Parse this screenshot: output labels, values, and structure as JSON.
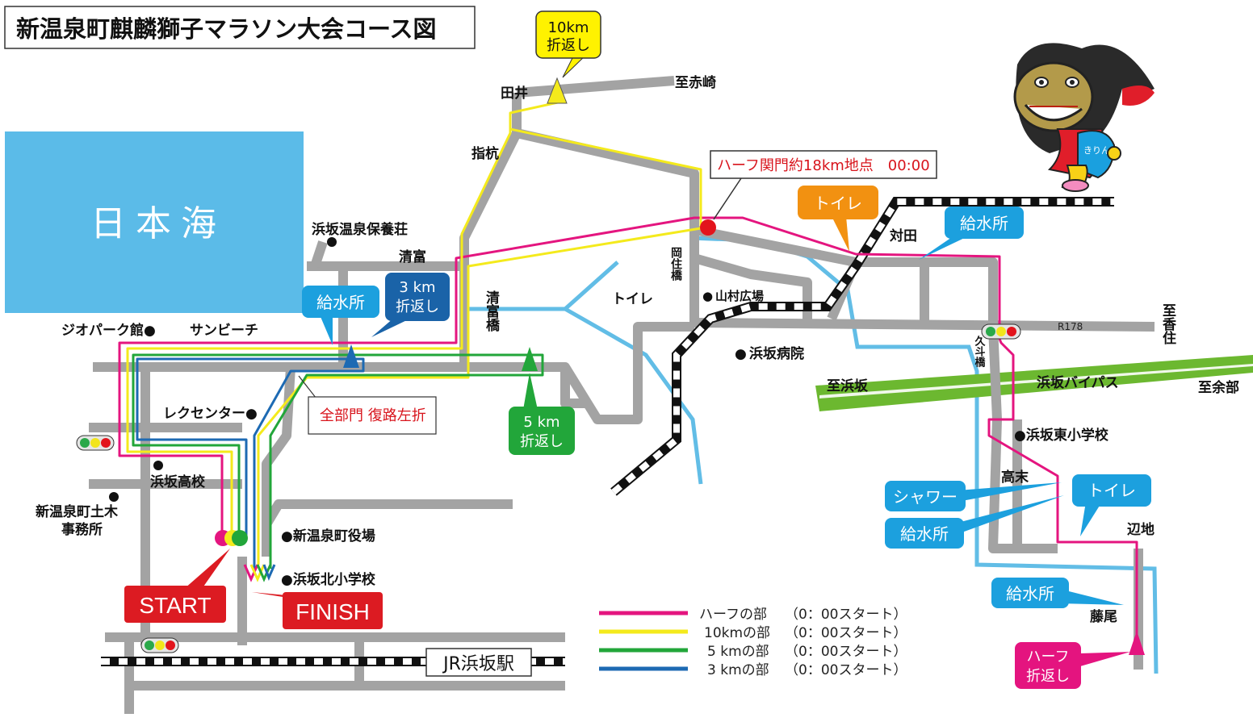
{
  "title": "新温泉町麒麟獅子マラソン大会コース図",
  "sea_label": "日本海",
  "colors": {
    "half": "#e4157f",
    "k10": "#f4ea1c",
    "k5": "#22a63a",
    "k3": "#1d6ab3",
    "road": "#a3a3a3",
    "river": "#62bde6",
    "bypass": "#6cb830",
    "sea": "#5bbbe8",
    "callout_blue": "#1ca0de",
    "callout_dark": "#1a63a8",
    "callout_green": "#22a63a",
    "callout_orange": "#f29111",
    "callout_yellow": "#fff200",
    "callout_red": "#dc1b22",
    "callout_pink": "#e4147f"
  },
  "callouts": {
    "k10_turn_1": "10km",
    "k10_turn_2": "折返し",
    "k3_turn_1": "3 km",
    "k3_turn_2": "折返し",
    "k5_turn_1": "5 km",
    "k5_turn_2": "折返し",
    "half_turn_1": "ハーフ",
    "half_turn_2": "折返し",
    "water_1": "給水所",
    "water_2": "給水所",
    "water_3": "給水所",
    "water_4": "給水所",
    "toilet_orange": "トイレ",
    "toilet_blue": "トイレ",
    "shower": "シャワー",
    "half_gate": "ハーフ関門約18km地点　00:00",
    "return_left": "全部門 復路左折",
    "start": "START",
    "finish": "FINISH",
    "station": "JR浜坂駅"
  },
  "places": {
    "tai": "田井",
    "akasaki": "至赤崎",
    "sashikui": "指杭",
    "hamasaka_onsen_hoyoso": "浜坂温泉保養荘",
    "kiyotomi": "清富",
    "kiyotomi_bridge": "清富橋",
    "okazumi_bridge": "岡住橋",
    "toilet_plain": "トイレ",
    "yamamura_hiroba": "山村広場",
    "hamasaka_hospital": "浜坂病院",
    "tsuida": "対田",
    "r178": "R178",
    "kusu_bridge": "久斗橋",
    "kasumi": "至香住",
    "to_hamasaka": "至浜坂",
    "bypass": "浜坂バイパス",
    "amarube": "至余部",
    "geopark": "ジオパーク館●",
    "sunbeach": "サンビーチ",
    "reccenter": "レクセンター●",
    "hamasaka_hs": "浜坂高校",
    "doboku_1": "新温泉町土木",
    "doboku_2": "事務所",
    "townhall": "●新温泉町役場",
    "kita_es": "●浜坂北小学校",
    "higashi_es": "●浜坂東小学校",
    "takasue": "高末",
    "henchi": "辺地",
    "fujio": "藤尾"
  },
  "legend": [
    {
      "label": "ハーフの部",
      "time": "（0：00スタート）"
    },
    {
      "label": "10kmの部",
      "time": "（0：00スタート）"
    },
    {
      "label": "5 kmの部",
      "time": "（0：00スタート）"
    },
    {
      "label": "3 kmの部",
      "time": "（0：00スタート）"
    }
  ],
  "mascot_text": "きりん"
}
